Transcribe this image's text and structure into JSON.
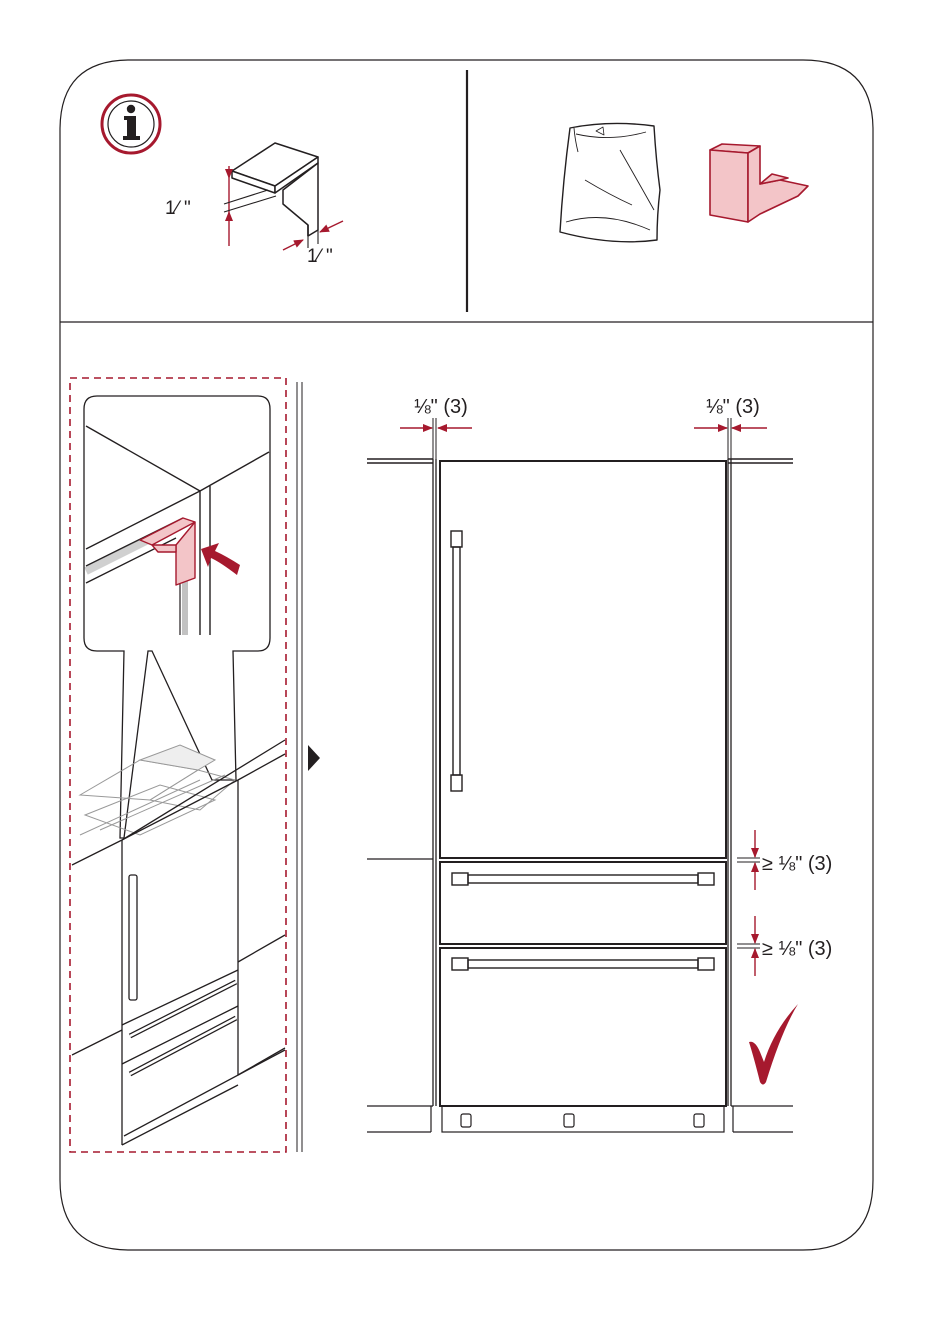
{
  "colors": {
    "accent": "#a6192e",
    "line": "#231f20",
    "grey": "#777777"
  },
  "icons": {
    "info": "info-icon",
    "check": "check-icon",
    "next_step": "arrow-right-icon"
  },
  "top_left": {
    "info_glyph": "i",
    "dim_vertical": "1⁄ \"",
    "dim_horizontal": "1⁄ \""
  },
  "front_view": {
    "gap_left": "⅛\" (3)",
    "gap_right": "⅛\" (3)",
    "gap_drawer_1": "≥ ⅛\" (3)",
    "gap_drawer_2": "≥ ⅛\" (3)"
  }
}
